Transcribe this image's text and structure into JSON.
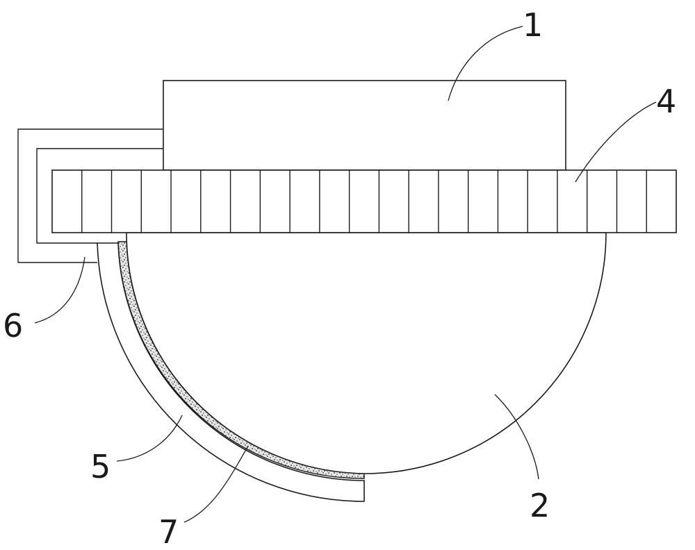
{
  "labels": {
    "part_1": "1",
    "part_2": "2",
    "part_4": "4",
    "part_5": "5",
    "part_6": "6",
    "part_7": "7"
  },
  "colors": {
    "line": "#1a1a1a",
    "background": "#ffffff",
    "sandy_fill": "#dcdcdc"
  }
}
